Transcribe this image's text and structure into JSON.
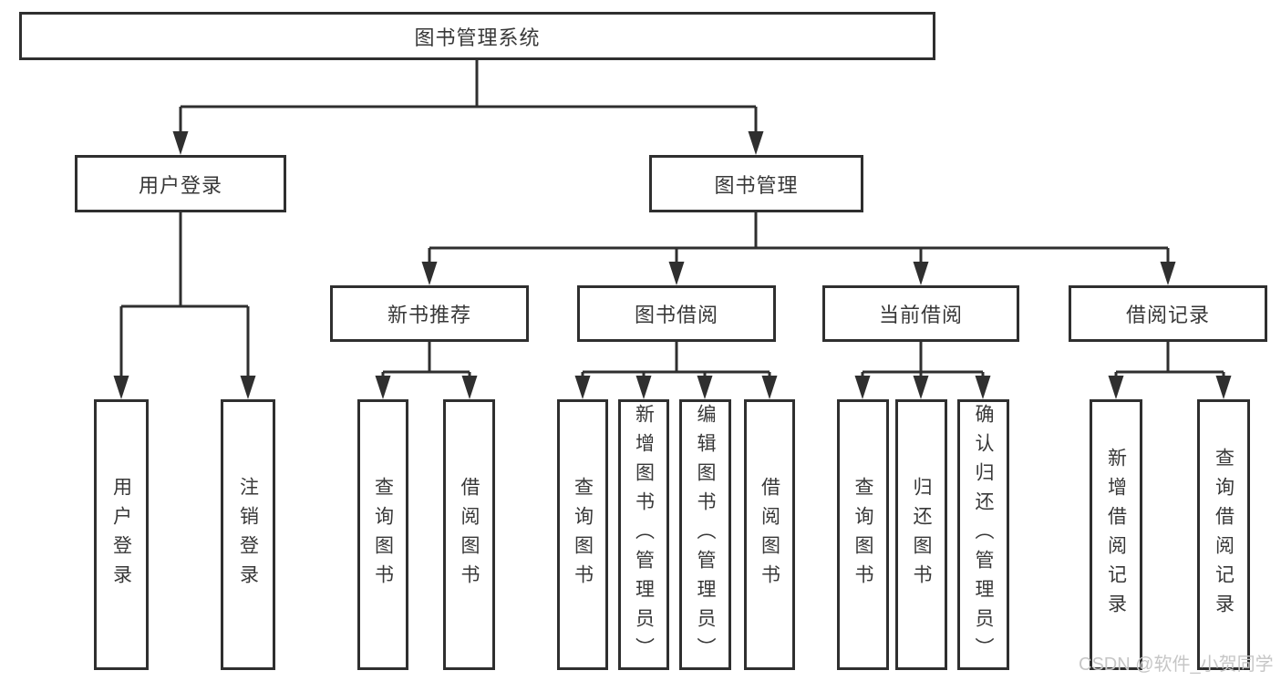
{
  "title": "图书管理系统",
  "watermark": "CSDN @软件_小贺同学",
  "colors": {
    "line": "#2f2f2f",
    "text": "#383838",
    "background": "#ffffff",
    "watermark": "#c6c6c6"
  },
  "chart_data": {
    "type": "table",
    "title": "图书管理系统功能结构图"
  },
  "tree": {
    "root": {
      "label": "图书管理系统"
    },
    "level2": [
      {
        "label": "用户登录",
        "children": [
          "用户登录",
          "注销登录"
        ]
      },
      {
        "label": "图书管理",
        "children": [
          {
            "label": "新书推荐",
            "children": [
              "查询图书",
              "借阅图书"
            ]
          },
          {
            "label": "图书借阅",
            "children": [
              "查询图书",
              "新增图书（管理员）",
              "编辑图书（管理员）",
              "借阅图书"
            ]
          },
          {
            "label": "当前借阅",
            "children": [
              "查询图书",
              "归还图书",
              "确认归还（管理员）"
            ]
          },
          {
            "label": "借阅记录",
            "children": [
              "新增借阅记录",
              "查询借阅记录"
            ]
          }
        ]
      }
    ]
  }
}
